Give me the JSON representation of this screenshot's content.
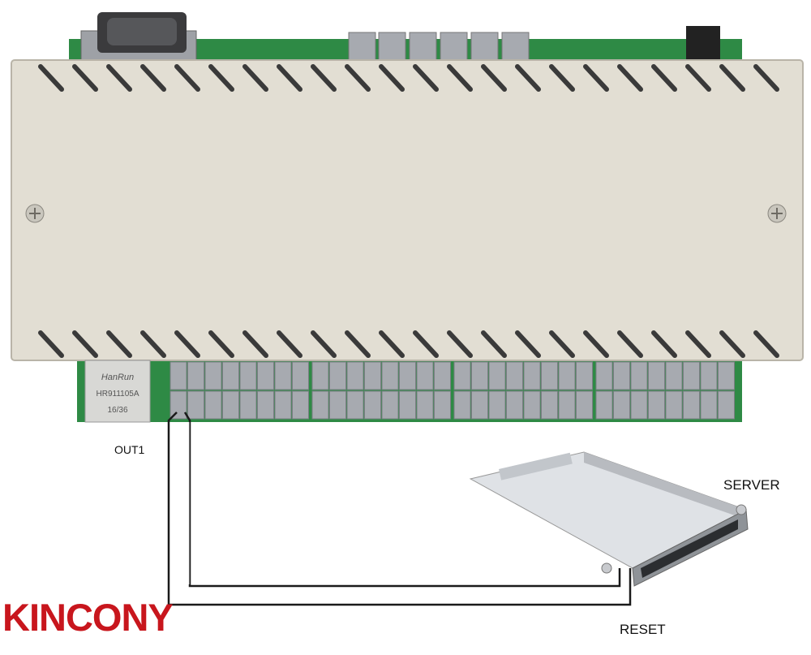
{
  "labels": {
    "out1": "OUT1",
    "server": "SERVER",
    "reset": "RESET"
  },
  "brand": {
    "logo_text": "KINCONY",
    "color": "#c8161d"
  },
  "ethernet_jack": {
    "line1": "HanRun",
    "line2": "HR911105A",
    "line3": "16/36"
  },
  "colors": {
    "case": "#e2ded3",
    "case_edge": "#b9b4a8",
    "pcb": "#2e8a45",
    "terminal": "#a7aab0",
    "wire": "#1a1a1a",
    "server": "#cfd2d6"
  }
}
